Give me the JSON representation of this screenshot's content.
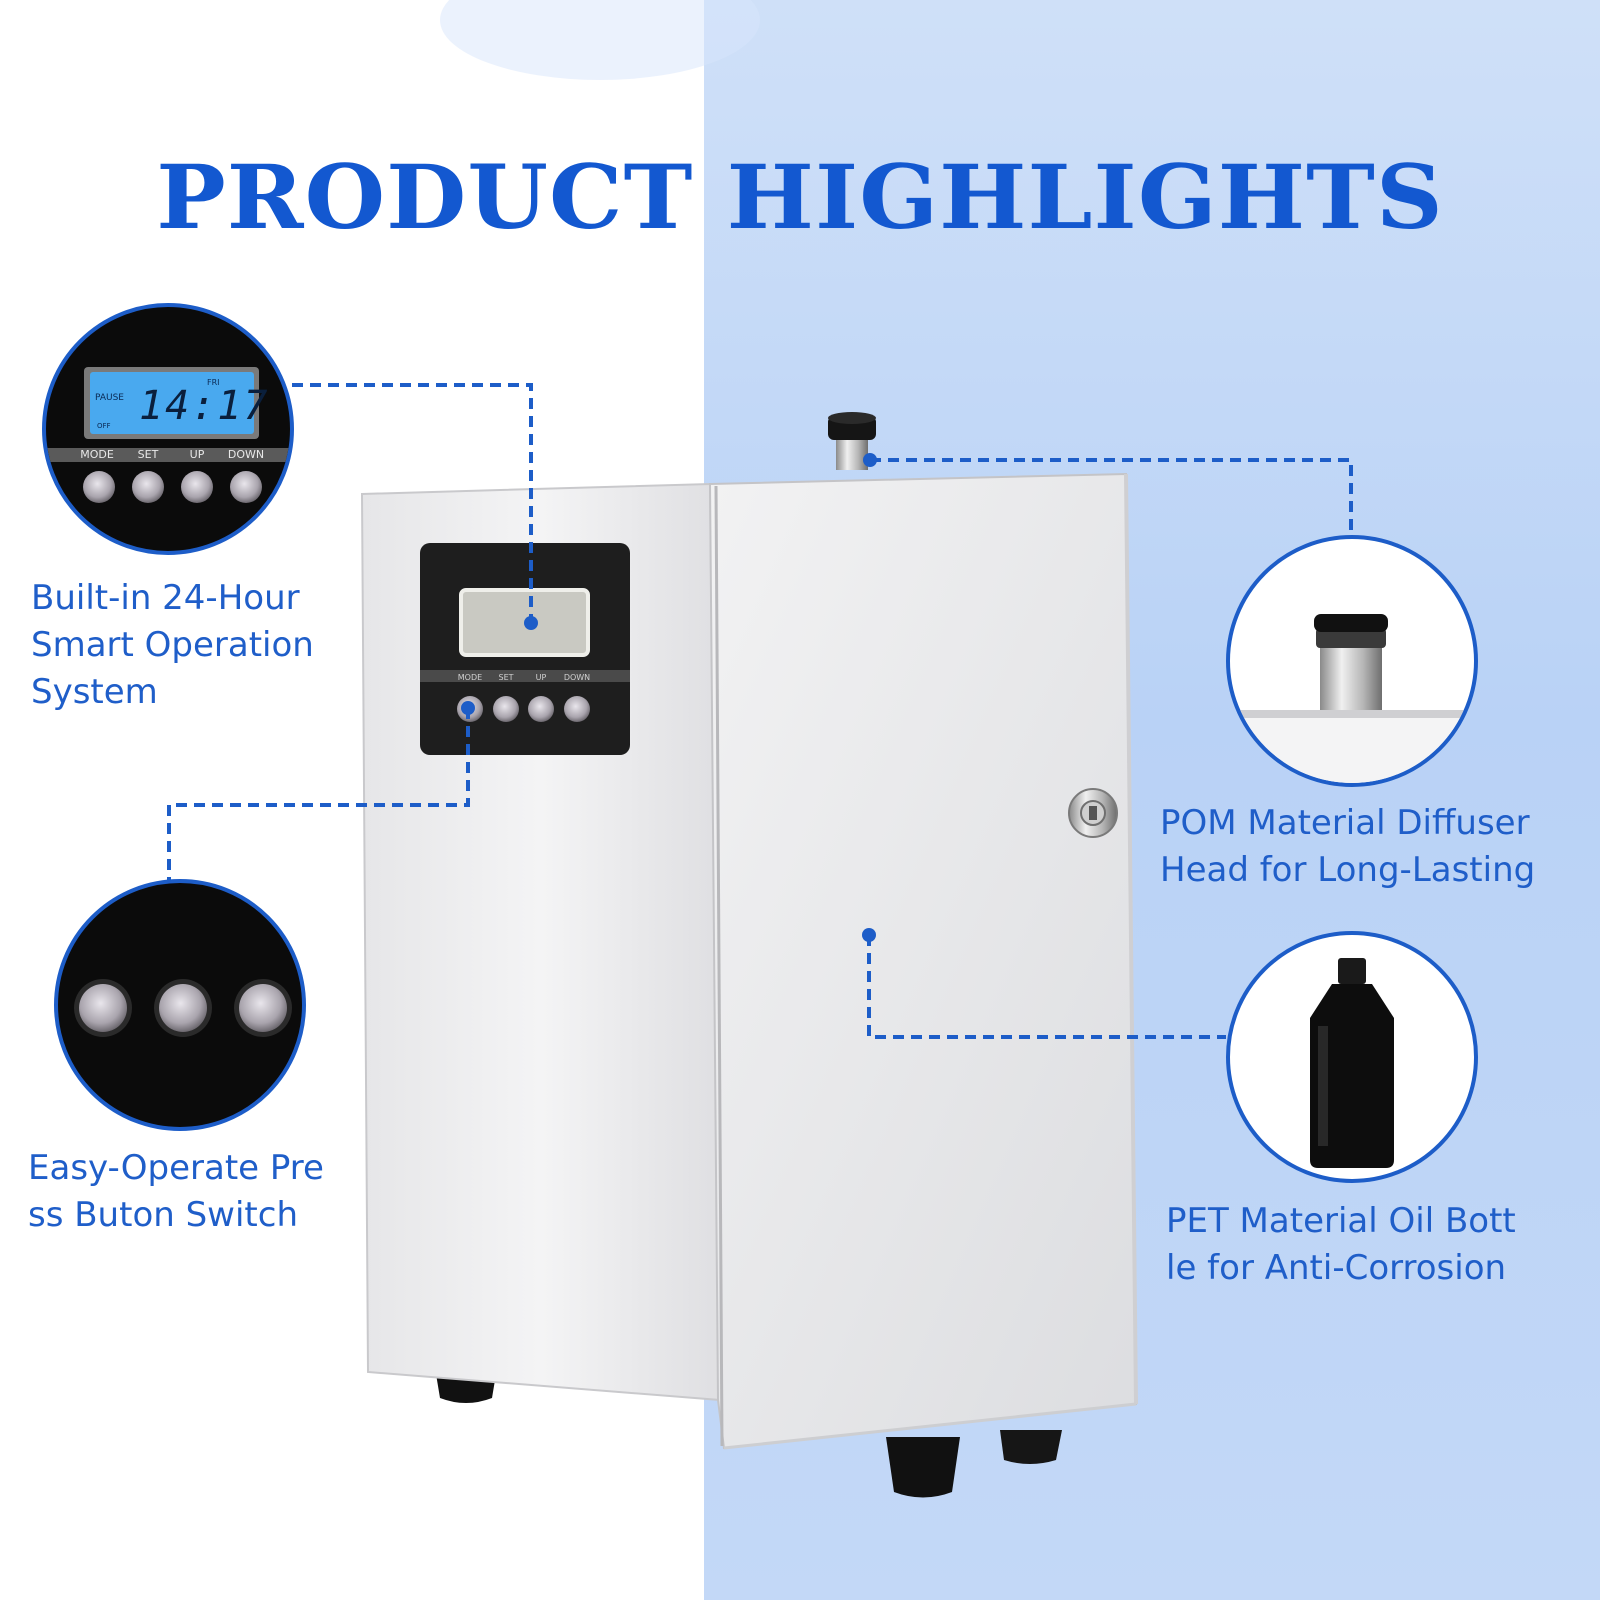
{
  "title": "PRODUCT HIGHLIGHTS",
  "colors": {
    "accent": "#1358d0",
    "caption": "#1f5ec9",
    "background_right": "#c3d8f7",
    "device_body": "#eeeeef",
    "panel": "#202020",
    "lcd_backlight": "#49a9ef"
  },
  "highlights": [
    {
      "lines": [
        "Built-in 24-Hour",
        "Smart Operation",
        "System"
      ]
    },
    {
      "lines": [
        "Easy-Operate Pre",
        "ss Buton Switch"
      ]
    },
    {
      "lines": [
        "POM Material Diffuser",
        "Head for Long-Lasting"
      ]
    },
    {
      "lines": [
        "PET Material Oil Bott",
        "le for Anti-Corrosion"
      ]
    }
  ],
  "lcd": {
    "time": "14:17",
    "status_top": "PAUSE",
    "status_bottom": "OFF",
    "day": "FRI"
  },
  "button_labels": [
    "MODE",
    "SET",
    "UP",
    "DOWN"
  ],
  "icons": [
    "lcd-closeup-icon",
    "buttons-closeup-icon",
    "diffuser-head-icon",
    "oil-bottle-icon",
    "key-lock-icon"
  ]
}
